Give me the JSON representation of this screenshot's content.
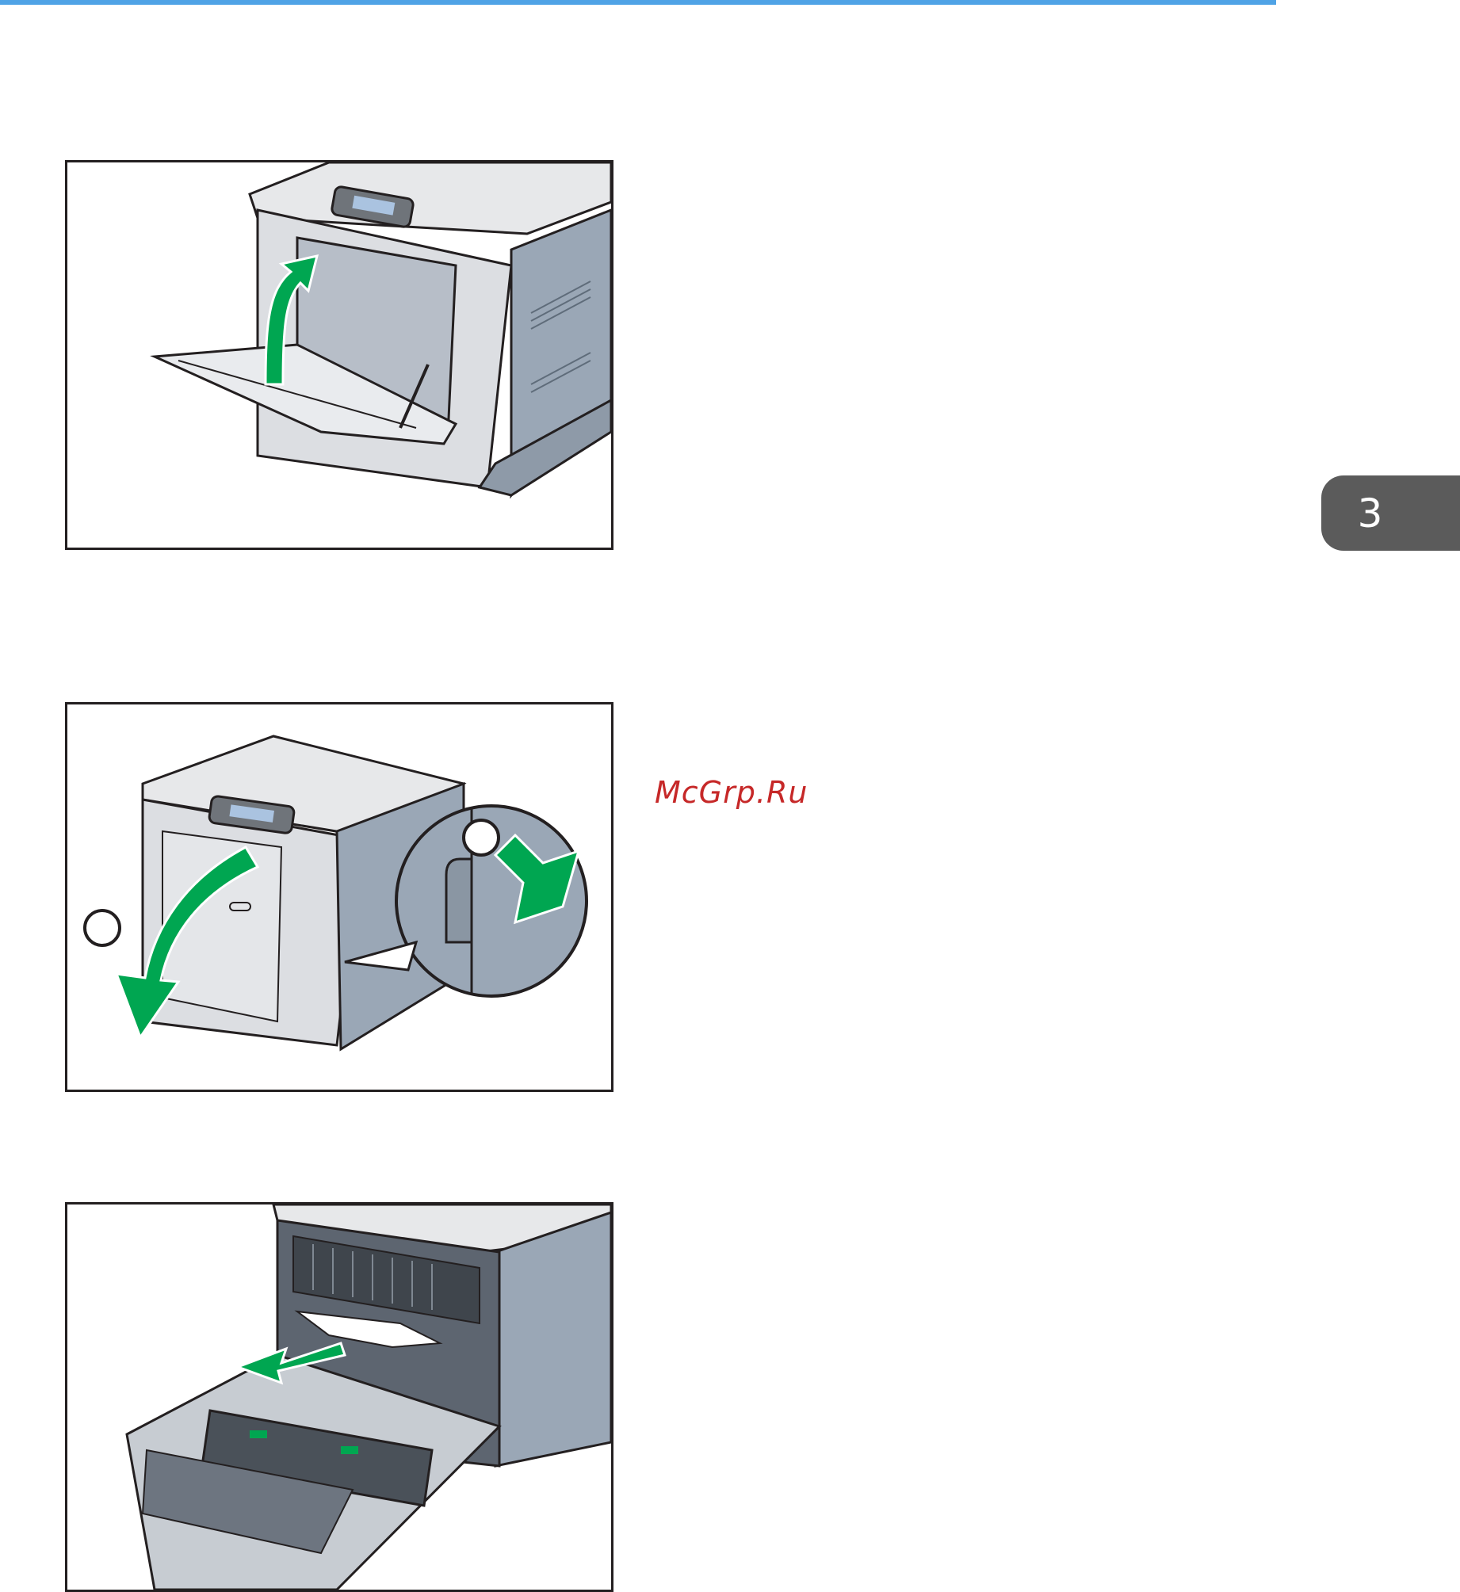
{
  "page": {
    "accent_color": "#4fa3e6",
    "chapter_tab": {
      "label": "3",
      "color": "#5b5b5b"
    },
    "watermark": {
      "text": "McGrp.Ru",
      "color": "#c62828"
    }
  },
  "figures": [
    {
      "id": "fig1",
      "subject": "printer-bypass-tray-closing",
      "arrow_color": "#00a651"
    },
    {
      "id": "fig2",
      "subject": "printer-front-cover-release",
      "arrow_color": "#00a651",
      "step_markers": [
        "",
        ""
      ]
    },
    {
      "id": "fig3",
      "subject": "printer-paper-jam-removal",
      "arrow_color": "#00a651"
    }
  ]
}
